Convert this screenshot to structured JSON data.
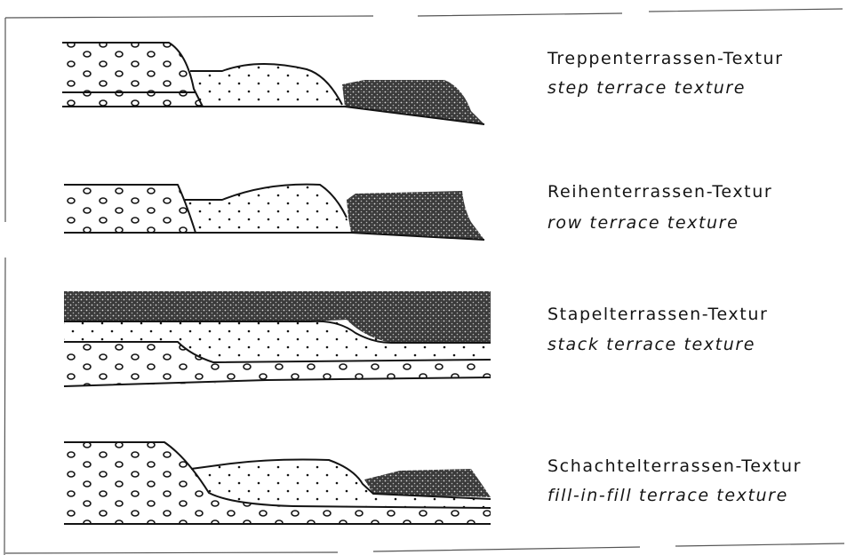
{
  "figure": {
    "rows": [
      {
        "id": "step",
        "german": "Treppenterrassen-Textur",
        "english": "step terrace texture"
      },
      {
        "id": "row",
        "german": "Reihenterrassen-Textur",
        "english": "row terrace texture"
      },
      {
        "id": "stack",
        "german": "Stapelterrassen-Textur",
        "english": "stack terrace texture"
      },
      {
        "id": "fill",
        "german": "Schachtelterrassen-Textur",
        "english": "fill-in-fill terrace texture"
      }
    ]
  },
  "colors": {
    "ink": "#141414",
    "paper": "#ffffff",
    "frame": "#555555"
  }
}
